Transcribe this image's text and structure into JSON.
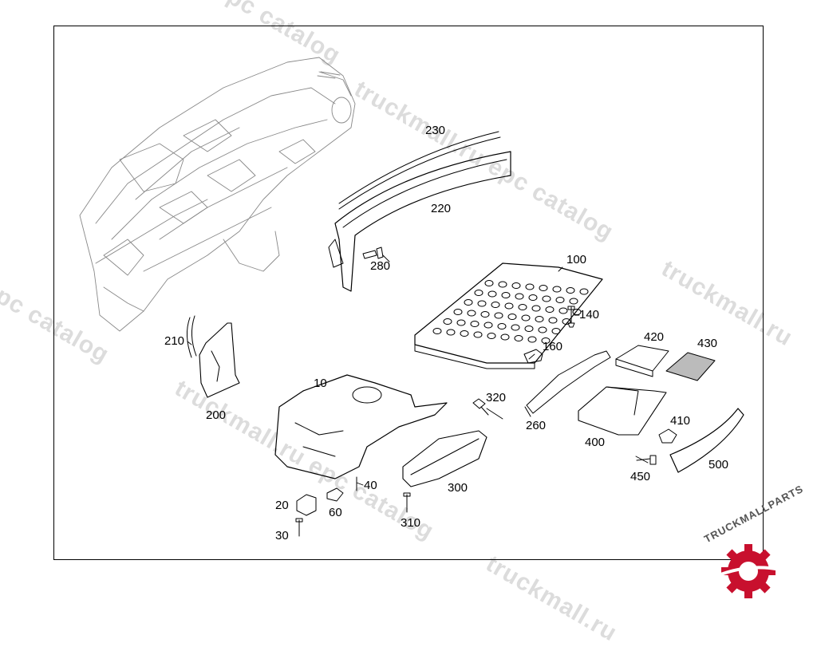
{
  "watermark": {
    "text_a": "truckmall.ru epc catalog",
    "text_b": "epc catalog",
    "text_c": "truckmall.ru",
    "color": "#dcdcdc"
  },
  "brand": {
    "logo_text": "TRUCKMALLPARTS",
    "logo_color": "#c8102e"
  },
  "callouts": {
    "p10": "10",
    "p20": "20",
    "p30": "30",
    "p40": "40",
    "p60": "60",
    "p100": "100",
    "p140": "140",
    "p160": "160",
    "p200": "200",
    "p210": "210",
    "p220": "220",
    "p230": "230",
    "p260": "260",
    "p280": "280",
    "p300": "300",
    "p310": "310",
    "p320": "320",
    "p400": "400",
    "p410": "410",
    "p420": "420",
    "p430": "430",
    "p450": "450",
    "p500": "500"
  }
}
